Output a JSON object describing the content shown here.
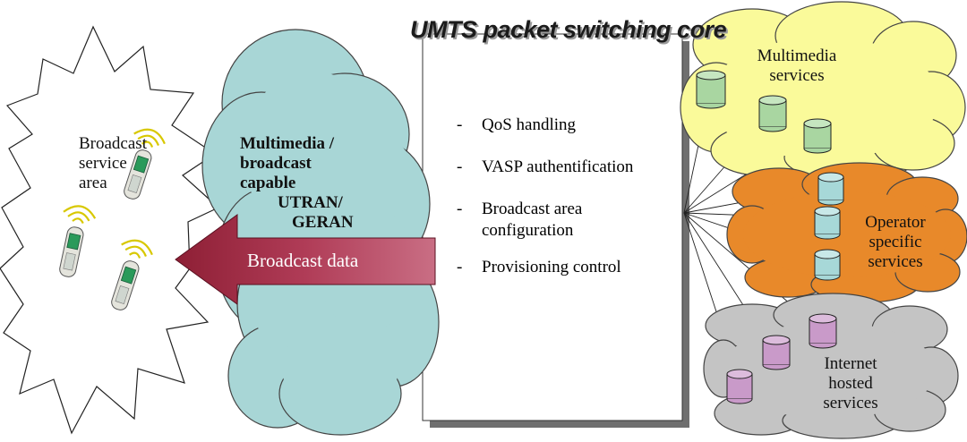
{
  "title": "UMTS packet switching core",
  "core_functions": [
    "QoS handling",
    "VASP authentification",
    "Broadcast area configuration",
    "Provisioning control"
  ],
  "broadcast_area": {
    "line1": "Broadcast",
    "line2": "service",
    "line3": "area"
  },
  "ran": {
    "line1": "Multimedia /",
    "line2": "broadcast",
    "line3": "capable",
    "line4": "UTRAN/",
    "line5": "GERAN"
  },
  "arrow_label": "Broadcast data",
  "service_clouds": {
    "multimedia": {
      "line1": "Multimedia",
      "line2": "services"
    },
    "operator": {
      "line1": "Operator",
      "line2": "specific",
      "line3": "services"
    },
    "internet": {
      "line1": "Internet",
      "line2": "hosted",
      "line3": "services"
    }
  },
  "colors": {
    "ran_cloud": "#a8d6d6",
    "multimedia_cloud": "#fafa9a",
    "operator_cloud": "#e8892a",
    "internet_cloud": "#c4c4c4",
    "arrow": "#a8354e",
    "db_green": "#a9d6a1",
    "db_cyan": "#a7d8d8",
    "db_purple": "#c99ac9"
  }
}
